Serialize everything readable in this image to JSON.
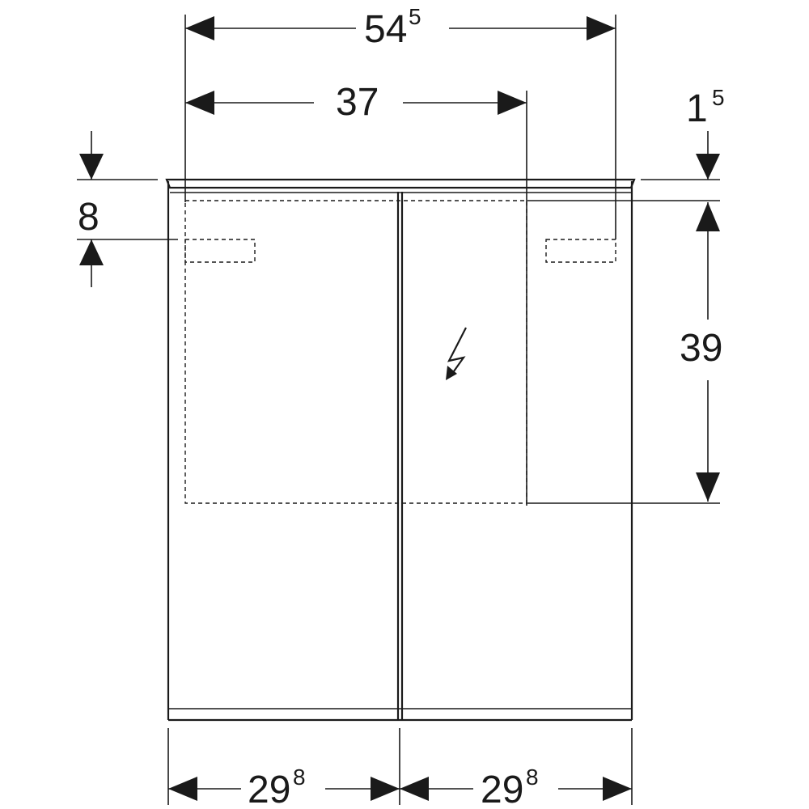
{
  "dimensions": {
    "overall_width": {
      "main": "54",
      "sup": "5"
    },
    "light_width": {
      "main": "37",
      "sup": ""
    },
    "top_offset": {
      "main": "1",
      "sup": "5"
    },
    "light_offset": {
      "main": "8",
      "sup": ""
    },
    "light_height": {
      "main": "39",
      "sup": ""
    },
    "door_left": {
      "main": "29",
      "sup": "8"
    },
    "door_right": {
      "main": "29",
      "sup": "8"
    }
  },
  "colors": {
    "line": "#1a1a1a",
    "background": "#ffffff"
  },
  "icons": [
    "electrical-connection-icon",
    "arrow-icon"
  ]
}
